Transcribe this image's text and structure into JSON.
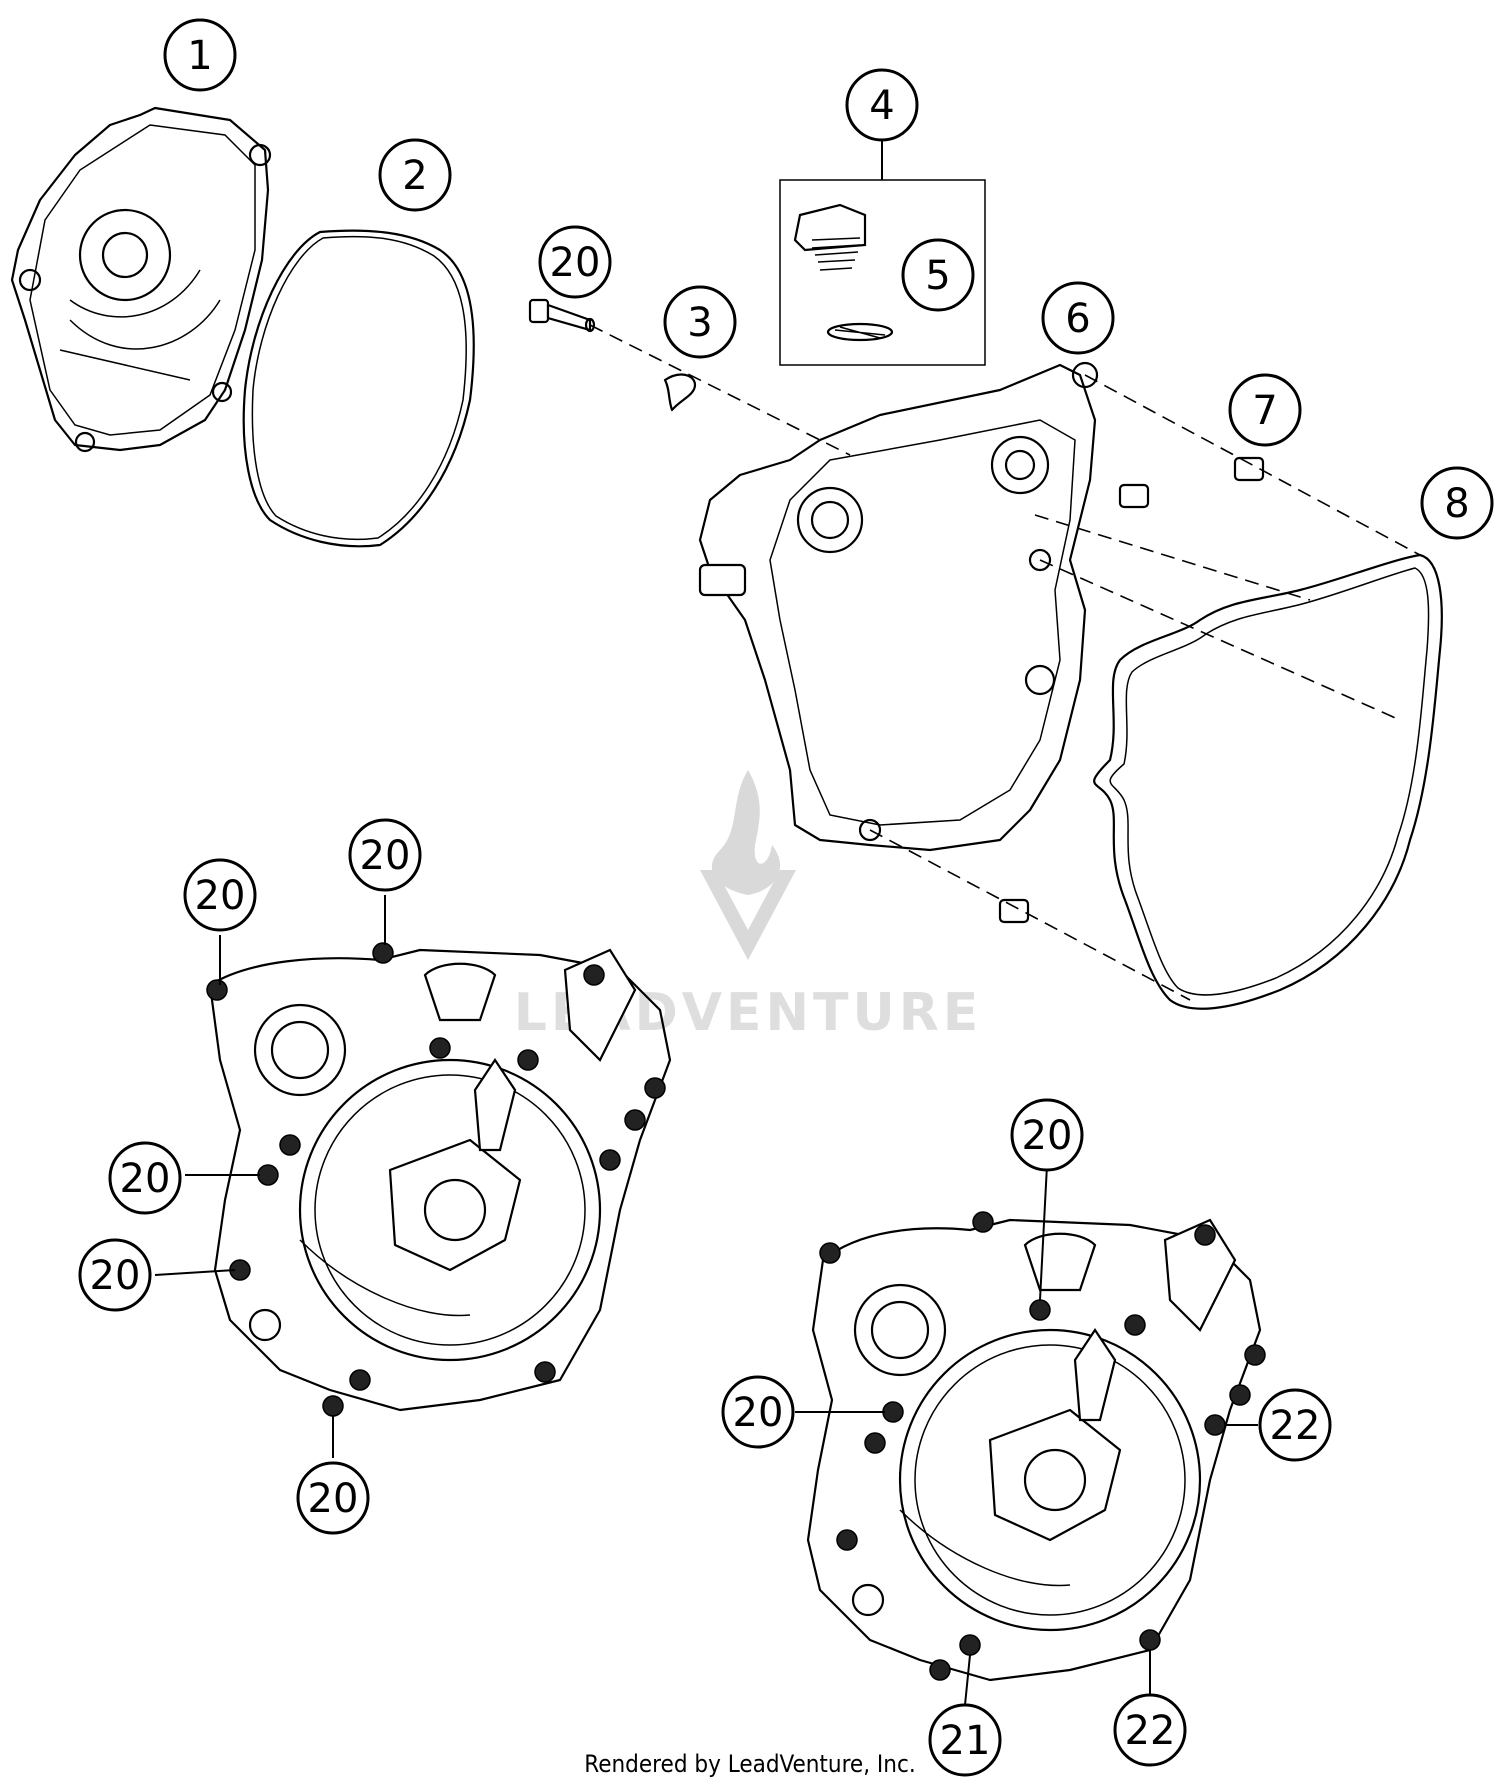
{
  "callouts": {
    "c1": "1",
    "c2": "2",
    "c3": "3",
    "c4": "4",
    "c5": "5",
    "c6": "6",
    "c7": "7",
    "c8": "8",
    "c20a": "20",
    "c20b": "20",
    "c20c": "20",
    "c20d": "20",
    "c20e": "20",
    "c20f": "20",
    "c20g": "20",
    "c20h": "20",
    "c21": "21",
    "c22a": "22",
    "c22b": "22"
  },
  "watermark": {
    "text": "LEADVENTURE"
  },
  "credit": "Rendered by LeadVenture, Inc."
}
